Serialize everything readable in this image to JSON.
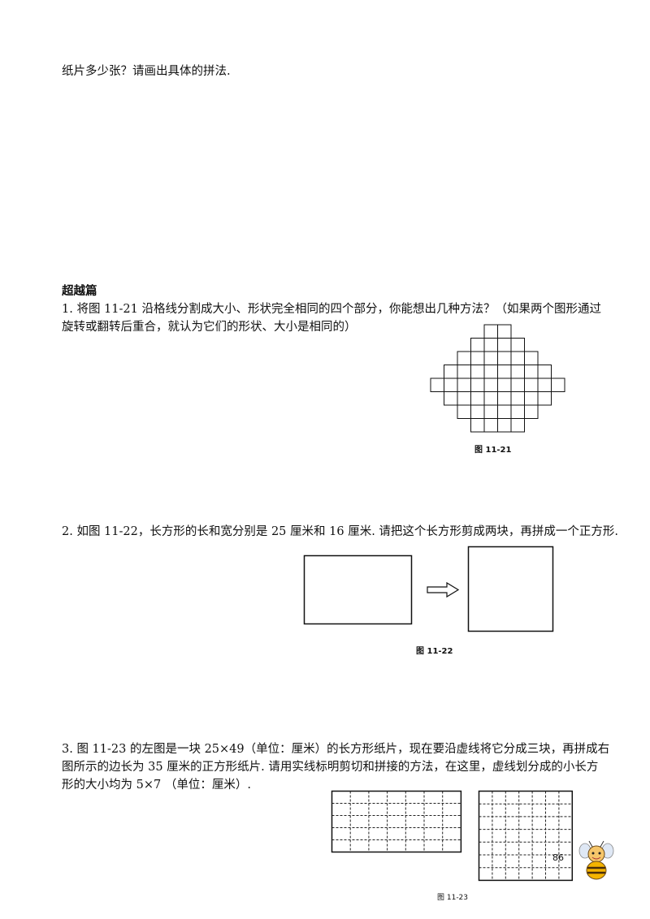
{
  "top_text": "纸片多少张？请画出具体的拼法.",
  "section_title": "超越篇",
  "q1": {
    "line1": "1.  将图 11-21 沿格线分割成大小、形状完全相同的四个部分，你能想出几种方法？（如果两个图形通过",
    "line2": "旋转或翻转后重合，就认为它们的形状、大小是相同的）",
    "figure_caption": "图 11-21"
  },
  "q2": {
    "line1": "2.  如图 11-22，长方形的长和宽分别是 25 厘米和 16 厘米. 请把这个长方形剪成两块，再拼成一个正方形.",
    "figure_caption": "图 11-22"
  },
  "q3": {
    "line1": "3.  图 11-23 的左图是一块 25×49（单位：厘米）的长方形纸片，现在要沿虚线将它分成三块，再拼成右",
    "line2": "图所示的边长为 35 厘米的正方形纸片. 请用实线标明剪切和拼接的方法，在这里，虚线划分成的小长方",
    "line3": "形的大小均为 5×7 （单位：厘米）.",
    "figure_caption": "图 11-23",
    "page_number": "86"
  }
}
